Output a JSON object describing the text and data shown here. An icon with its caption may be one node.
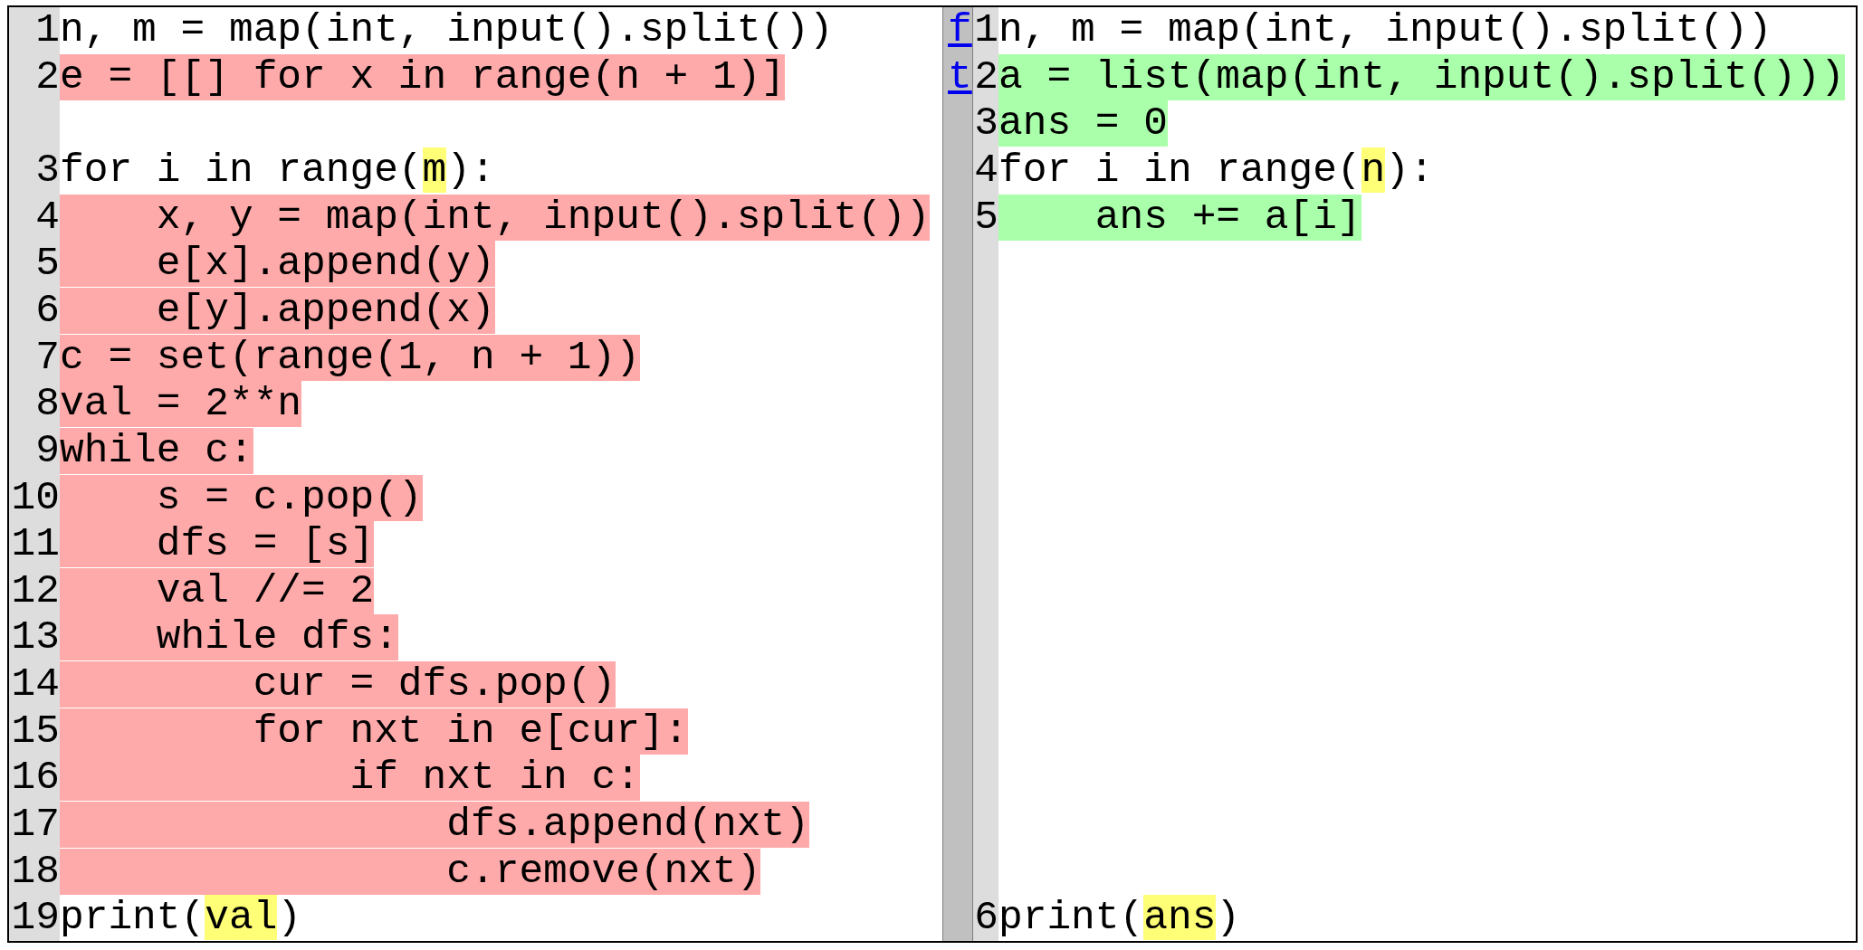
{
  "diagram": {
    "labels": [
      "1",
      "n, m = map(int, input().split())",
      "f",
      "1",
      "n, m = map(int, input().split())",
      "2",
      "e = [[] for x in range(n + 1)]",
      "t",
      "2",
      "a = list(map(int, input().split()))",
      "3",
      "ans = 0",
      "3",
      "for i in range(m):",
      "4",
      "for i in range(n):",
      "4",
      "    x, y = map(int, input().split())",
      "5",
      "    ans += a[i]",
      "5",
      "    e[x].append(y)",
      "6",
      "    e[y].append(x)",
      "7",
      "c = set(range(1, n + 1))",
      "8",
      "val = 2**n",
      "9",
      "while c:",
      "10",
      "    s = c.pop()",
      "11",
      "    dfs = [s]",
      "12",
      "    val //= 2",
      "13",
      "    while dfs:",
      "14",
      "        cur = dfs.pop()",
      "15",
      "        for nxt in e[cur]:",
      "16",
      "            if nxt in c:",
      "17",
      "                dfs.append(nxt)",
      "18",
      "                c.remove(nxt)",
      "19",
      "print(val)",
      "6",
      "print(ans)"
    ]
  }
}
